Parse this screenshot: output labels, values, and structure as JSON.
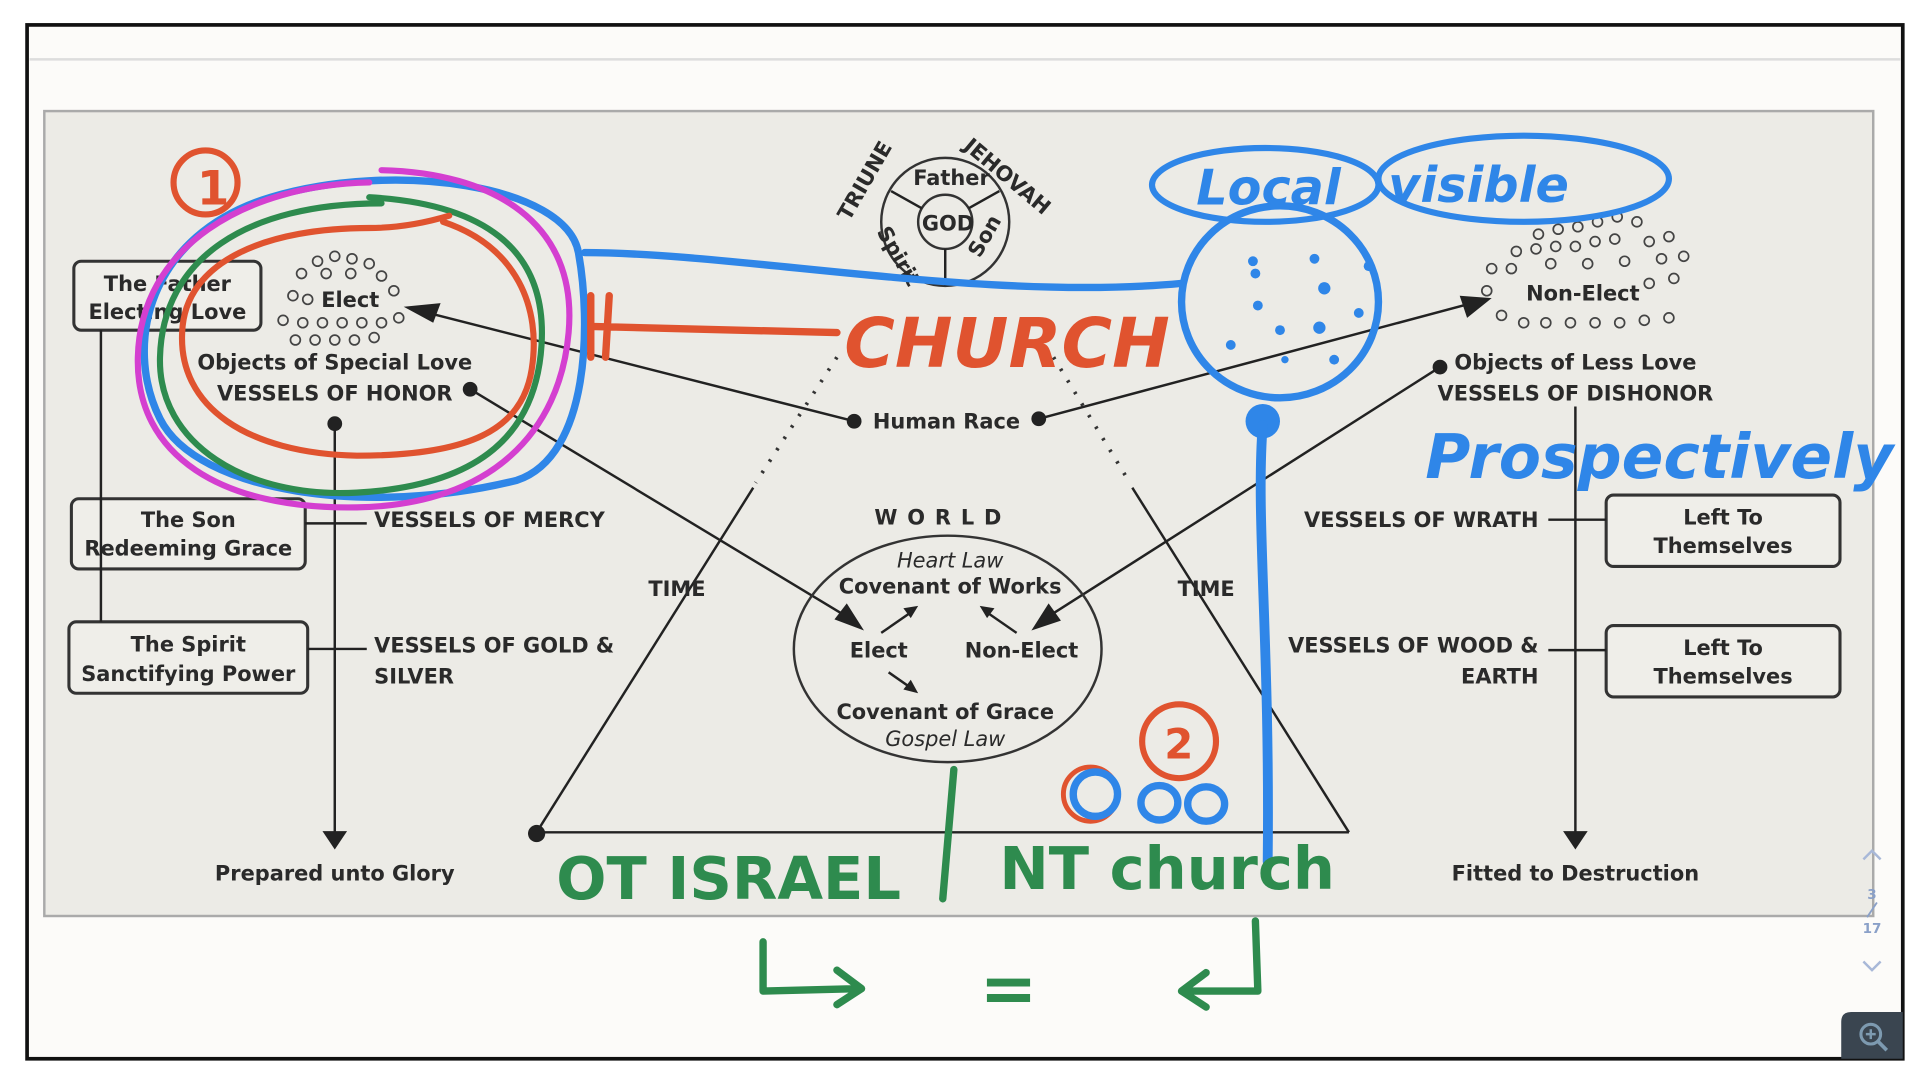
{
  "viewer": {
    "page_current": "3",
    "page_total": "17",
    "scroll_up_icon": "chevron-up-icon",
    "scroll_down_icon": "chevron-down-icon",
    "zoom_icon": "zoom-in-icon"
  },
  "diagram": {
    "triune": {
      "title_left": "TRIUNE",
      "title_right": "JEHOVAH",
      "father": "Father",
      "god": "GOD",
      "spirit": "Spirit",
      "son": "Son"
    },
    "left_boxes": [
      {
        "line1": "The Father",
        "line2": "Electing Love"
      },
      {
        "line1": "The Son",
        "line2": "Redeeming Grace"
      },
      {
        "line1": "The Spirit",
        "line2": "Sanctifying Power"
      }
    ],
    "right_boxes": [
      {
        "line1": "Left To",
        "line2": "Themselves"
      },
      {
        "line1": "Left To",
        "line2": "Themselves"
      }
    ],
    "elect": "Elect",
    "objects_special": "Objects of Special Love",
    "vessels_honor": "VESSELS OF HONOR",
    "non_elect": "Non-Elect",
    "objects_less": "Objects of Less Love",
    "vessels_dishonor": "VESSELS OF DISHONOR",
    "human_race": "Human Race",
    "vessels_mercy": "VESSELS OF MERCY",
    "vessels_gold_1": "VESSELS OF GOLD &",
    "vessels_gold_2": "SILVER",
    "vessels_wrath": "VESSELS OF WRATH",
    "vessels_wood_1": "VESSELS OF WOOD &",
    "vessels_wood_2": "EARTH",
    "time_left": "TIME",
    "time_right": "TIME",
    "world": {
      "title": "WORLD",
      "heart_law": "Heart Law",
      "cov_works": "Covenant of Works",
      "elect": "Elect",
      "non_elect": "Non-Elect",
      "cov_grace": "Covenant of Grace",
      "gospel_law": "Gospel Law"
    },
    "prepared_glory": "Prepared unto Glory",
    "fitted_destruction": "Fitted to Destruction"
  },
  "annotations": {
    "num1": "1",
    "num2": "2",
    "church": "CHURCH",
    "local": "Local",
    "visible": "visible",
    "prospectively": "Prospectively",
    "ot_israel": "OT ISRAEL",
    "nt_church": "NT church",
    "equals": "=",
    "colors": {
      "red": "#e0532f",
      "blue": "#2f86e8",
      "green": "#2e8b4e",
      "magenta": "#d43fd0"
    }
  }
}
